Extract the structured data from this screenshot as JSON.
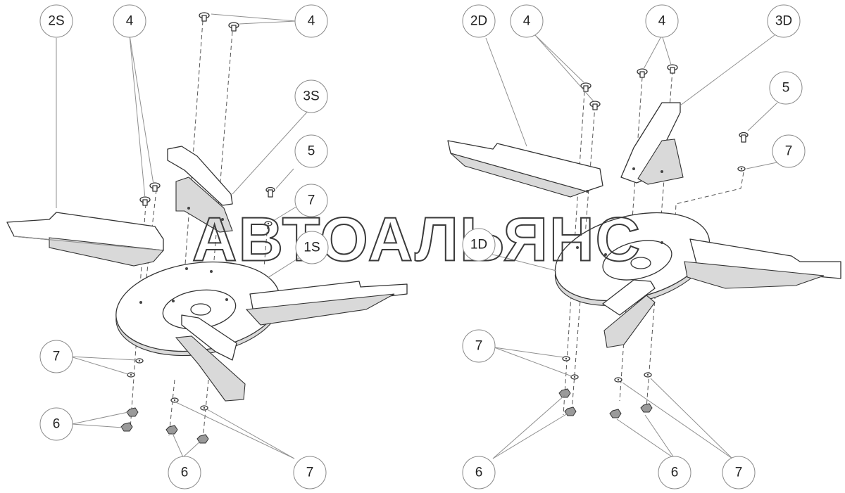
{
  "watermark": "АВТОАЛЬЯНС",
  "callouts": {
    "c_2s": "2S",
    "c_4_left_a": "4",
    "c_4_left_b": "4",
    "c_3s": "3S",
    "c_5_left": "5",
    "c_7_left_upper": "7",
    "c_1s": "1S",
    "c_7_left_mid": "7",
    "c_6_left": "6",
    "c_6_left_bottom": "6",
    "c_7_left_bottom": "7",
    "c_2d": "2D",
    "c_4_right_a": "4",
    "c_4_right_b": "4",
    "c_3d": "3D",
    "c_5_right": "5",
    "c_7_right_upper": "7",
    "c_1d": "1D",
    "c_7_right_mid": "7",
    "c_6_right_bottom": "6",
    "c_6_right_mid_bottom": "6",
    "c_7_right_bottom": "7"
  }
}
